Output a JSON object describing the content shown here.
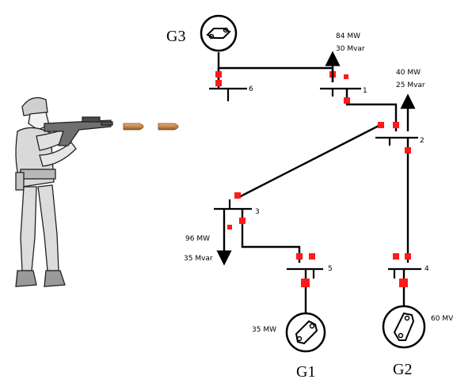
{
  "generators": {
    "g1": {
      "name": "G1",
      "mw": "35 MW"
    },
    "g2": {
      "name": "G2",
      "mw": "60 MV"
    },
    "g3": {
      "name": "G3"
    }
  },
  "buses": {
    "b1": "1",
    "b2": "2",
    "b3": "3",
    "b4": "4",
    "b5": "5",
    "b6": "6"
  },
  "loads": {
    "bus1": {
      "mw": "84 MW",
      "mvar": "30 Mvar"
    },
    "bus2": {
      "mw": "40 MW",
      "mvar": "25 Mvar"
    },
    "bus3": {
      "mw": "96 MW",
      "mvar": "35 Mvar"
    }
  },
  "colors": {
    "breaker": "#ff1a1a",
    "bullet": "#c8864a"
  },
  "icons": {
    "soldier": "soldier-with-rifle-icon",
    "bullet": "bullet-icon",
    "generator": "generator-icon"
  }
}
